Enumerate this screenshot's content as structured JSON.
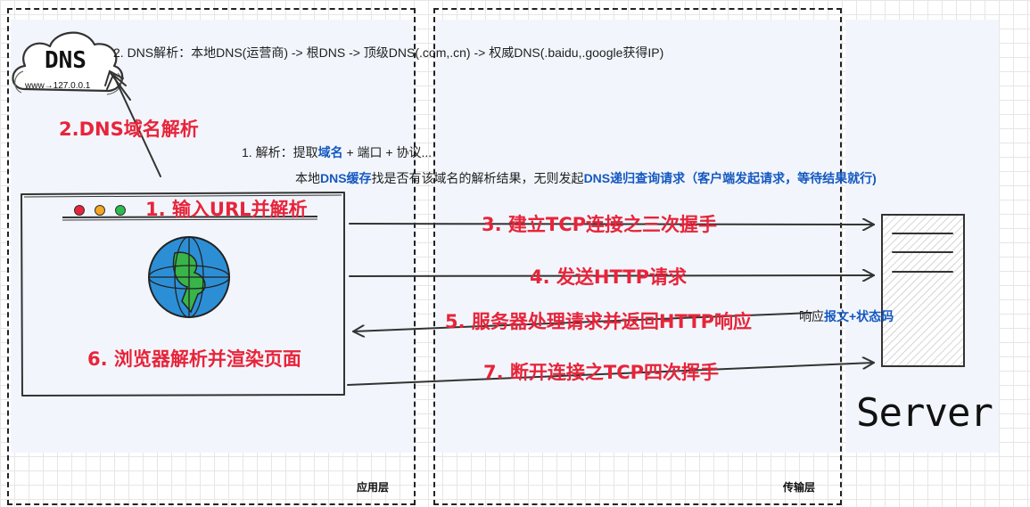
{
  "dns_cloud": {
    "title": "DNS",
    "subtitle": "www→127.0.0.1"
  },
  "notes": {
    "dns_resolution": "2. DNS解析：本地DNS(运营商) -> 根DNS -> 顶级DNS(.com,.cn) -> 权威DNS(.baidu,.google获得IP)",
    "parse_prefix": "1. 解析：提取",
    "parse_highlight": "域名",
    "parse_suffix": " + 端口 + 协议...",
    "cache_part1": "本地",
    "cache_highlight1": "DNS缓存",
    "cache_part2": "找是否有该域名的解析结果，无则发起",
    "cache_highlight2": "DNS递归查询请求（客户端发起请求，等待结果就行)",
    "response_prefix": "响应",
    "response_highlight": "报文+状态码"
  },
  "steps": {
    "step1": "1. 输入URL并解析",
    "step2": "2.DNS域名解析",
    "step3": "3. 建立TCP连接之三次握手",
    "step4": "4. 发送HTTP请求",
    "step5": "5. 服务器处理请求并返回HTTP响应",
    "step6": "6. 浏览器解析并渲染页面",
    "step7": "7. 断开连接之TCP四次挥手"
  },
  "server_label": "Server",
  "layers": {
    "application": "应用层",
    "transport": "传输层"
  },
  "colors": {
    "step_red": "#e8243a",
    "highlight_blue": "#1558c0",
    "panel_bg": "#f2f6fc"
  },
  "browser": {
    "dots": [
      "#e8243a",
      "#f5a623",
      "#2dbb4f"
    ]
  }
}
